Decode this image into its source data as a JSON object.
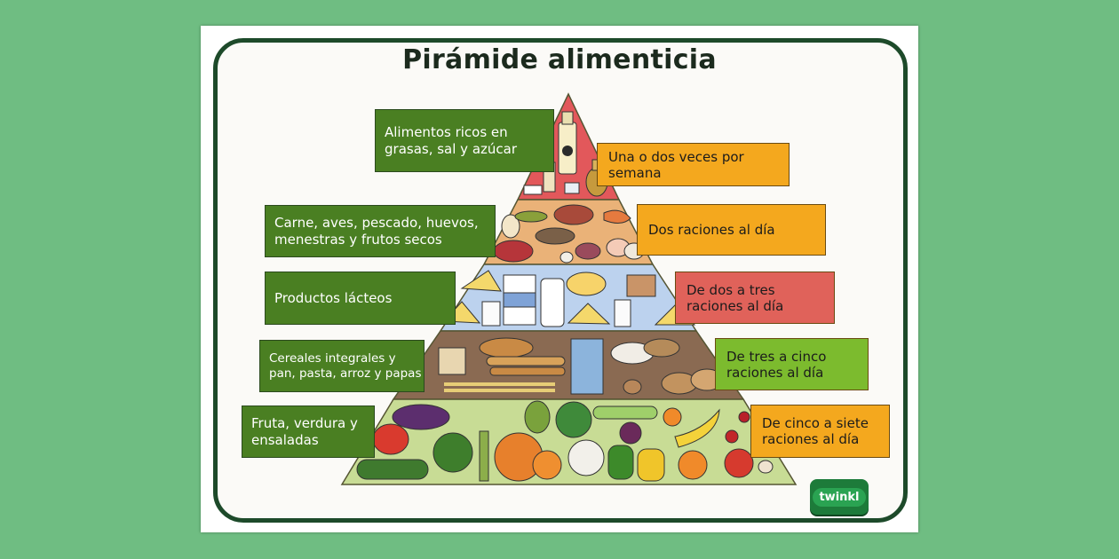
{
  "title": "Pirámide alimenticia",
  "tiers": [
    {
      "label": "Alimentos ricos en grasas, sal y azúcar",
      "frequency": "Una o dos veces por semana"
    },
    {
      "label": "Carne, aves, pescado, huevos, menestras y frutos secos",
      "frequency": "Dos raciones al día"
    },
    {
      "label": "Productos lácteos",
      "frequency": "De dos a tres raciones al día"
    },
    {
      "label": "Cereales integrales y pan, pasta, arroz y papas",
      "frequency": "De tres a cinco raciones al día"
    },
    {
      "label": "Fruta, verdura y ensaladas",
      "frequency": "De cinco a siete raciones al día"
    }
  ],
  "logo_text": "twinkl",
  "colors": {
    "background": "#6fbd82",
    "frame": "#1d4a2a",
    "label_green": "#4a7f22",
    "orange": "#f4a81e",
    "red": "#e0625a",
    "lime": "#7cbb2e",
    "tier_fats": "#e2585b",
    "tier_protein": "#eab278",
    "tier_dairy": "#bcd2ee",
    "tier_grains": "#8a6a52",
    "tier_produce": "#c8dc95"
  }
}
